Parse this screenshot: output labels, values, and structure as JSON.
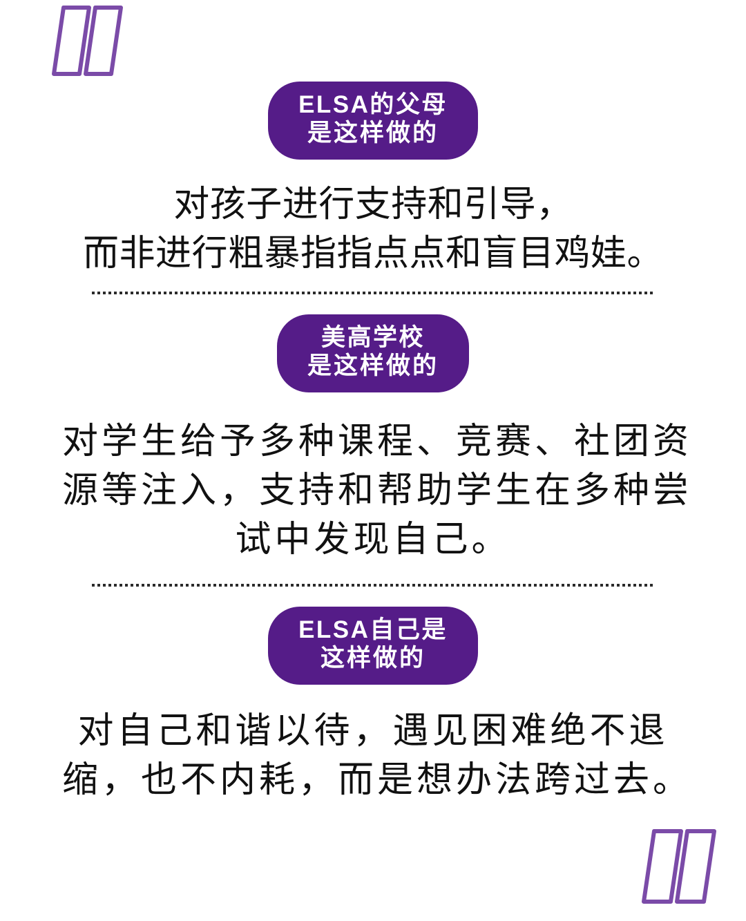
{
  "page": {
    "background_color": "#ffffff",
    "accent_color": "#551C88",
    "quote_outline_color": "#7B4BA8",
    "body_text_color": "#111111",
    "divider_color": "#2b2b2b"
  },
  "decorations": {
    "top_left_quote": "quote-mark-decoration",
    "bottom_right_quote": "quote-mark-decoration"
  },
  "sections": [
    {
      "id": "parents",
      "badge": {
        "line1": "ELSA的父母",
        "line2": "是这样做的"
      },
      "body": {
        "line1": "对孩子进行支持和引导，",
        "line2": "而非进行粗暴指指点点和盲目鸡娃。"
      }
    },
    {
      "id": "school",
      "badge": {
        "line1": "美高学校",
        "line2": "是这样做的"
      },
      "body": {
        "line1": "对学生给予多种课程、竞赛、社团资",
        "line2": "源等注入，支持和帮助学生在多种尝",
        "line3": "试中发现自己。"
      }
    },
    {
      "id": "self",
      "badge": {
        "line1": "ELSA自己是",
        "line2": "这样做的"
      },
      "body": {
        "line1": "对自己和谐以待，遇见困难绝不退",
        "line2": "缩，也不内耗，而是想办法跨过去。"
      }
    }
  ]
}
